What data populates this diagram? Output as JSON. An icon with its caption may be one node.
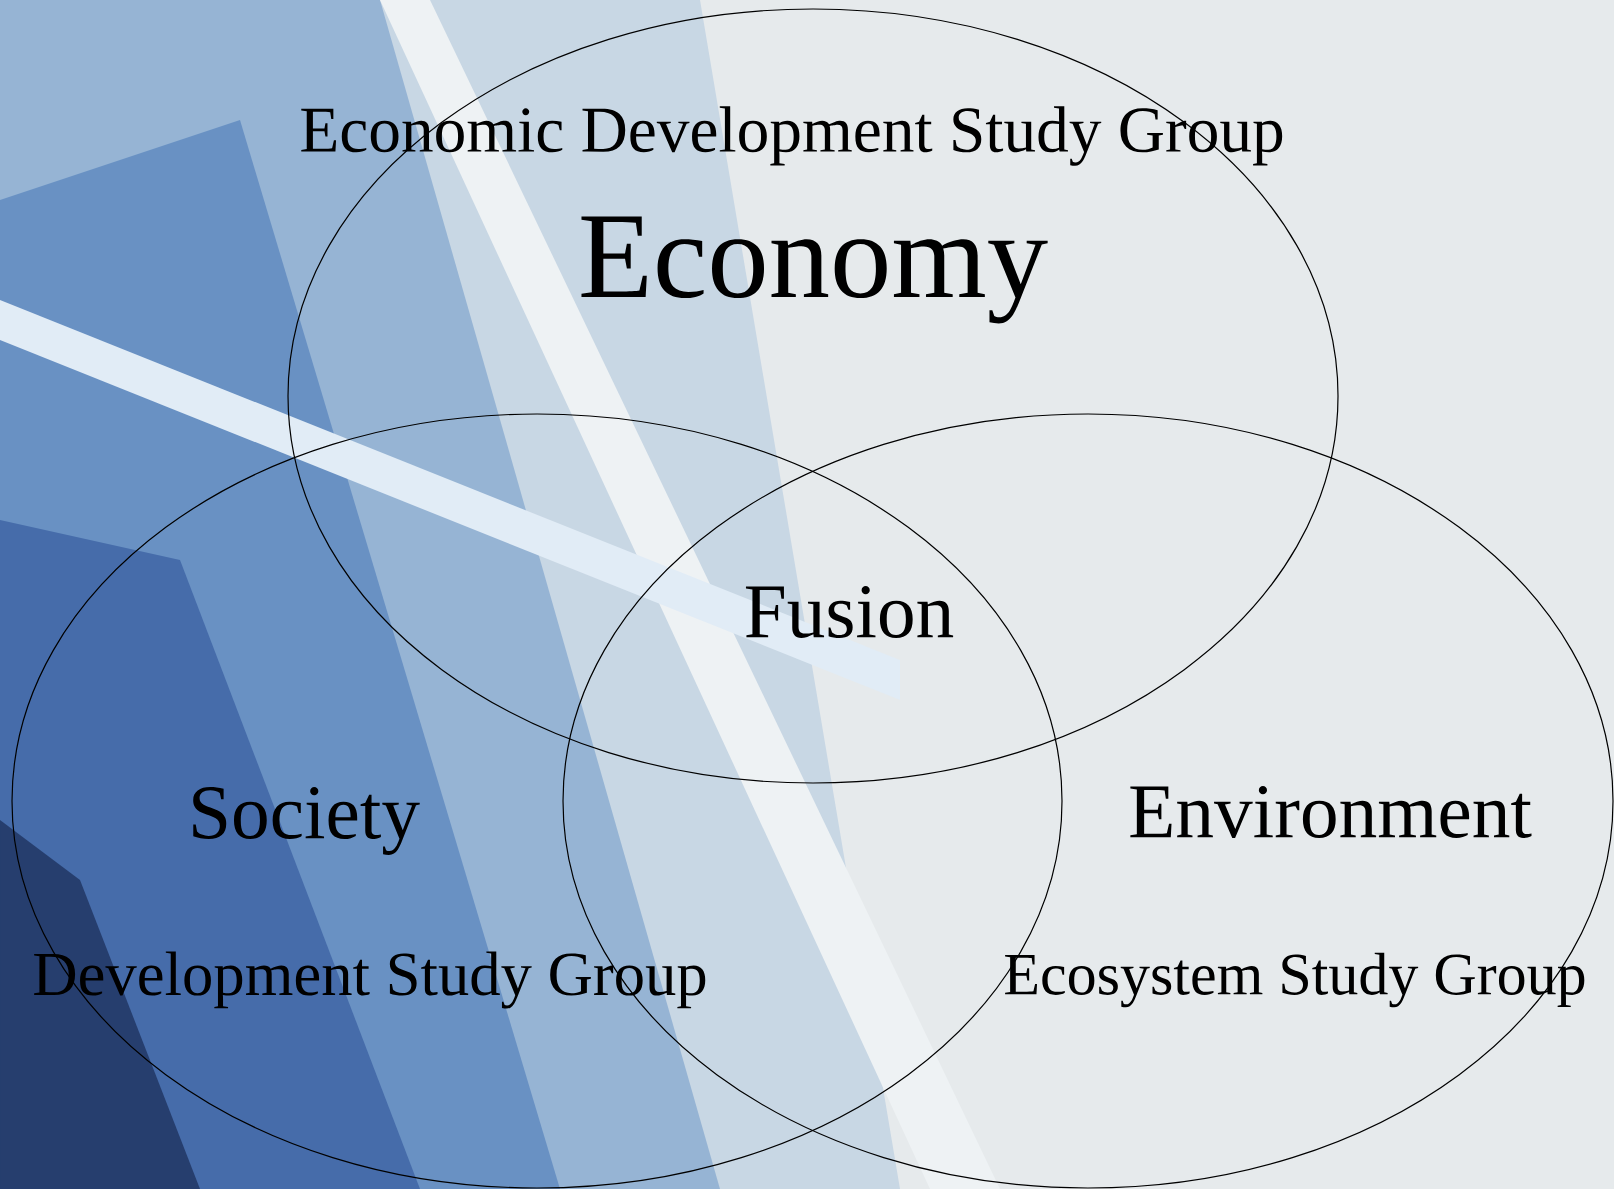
{
  "diagram": {
    "nodes": [
      {
        "text": [
          "Economic Development Study Group",
          "Economy"
        ]
      },
      {
        "text": [
          "Society",
          "Development Study Group"
        ]
      },
      {
        "text": [
          "Environment",
          "Ecosystem Study Group"
        ]
      }
    ],
    "labels": [
      "Fusion"
    ]
  }
}
